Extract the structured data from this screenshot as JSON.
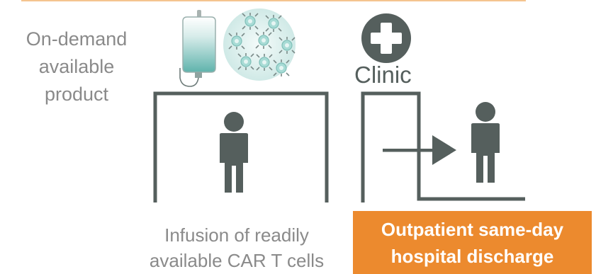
{
  "left_caption": {
    "line1": "On-demand",
    "line2": "available",
    "line3": "product"
  },
  "clinic_label": "Clinic",
  "infusion_caption": {
    "line1": "Infusion of readily",
    "line2": "available CAR T cells"
  },
  "discharge_box": {
    "line1": "Outpatient same-day",
    "line2": "hospital discharge"
  },
  "colors": {
    "accent_orange": "#ec8a2e",
    "top_rule": "#f5c48f",
    "icon_slate": "#555f5d",
    "caption_gray": "#8a8a8a",
    "iv_bag_teal": "#5fb3ac",
    "cell_teal": "#9fd6d0"
  },
  "icons": [
    "iv-bag-icon",
    "car-t-cells-icon",
    "medical-cross-icon",
    "person-icon",
    "arrow-right-icon",
    "doorway-icon"
  ]
}
